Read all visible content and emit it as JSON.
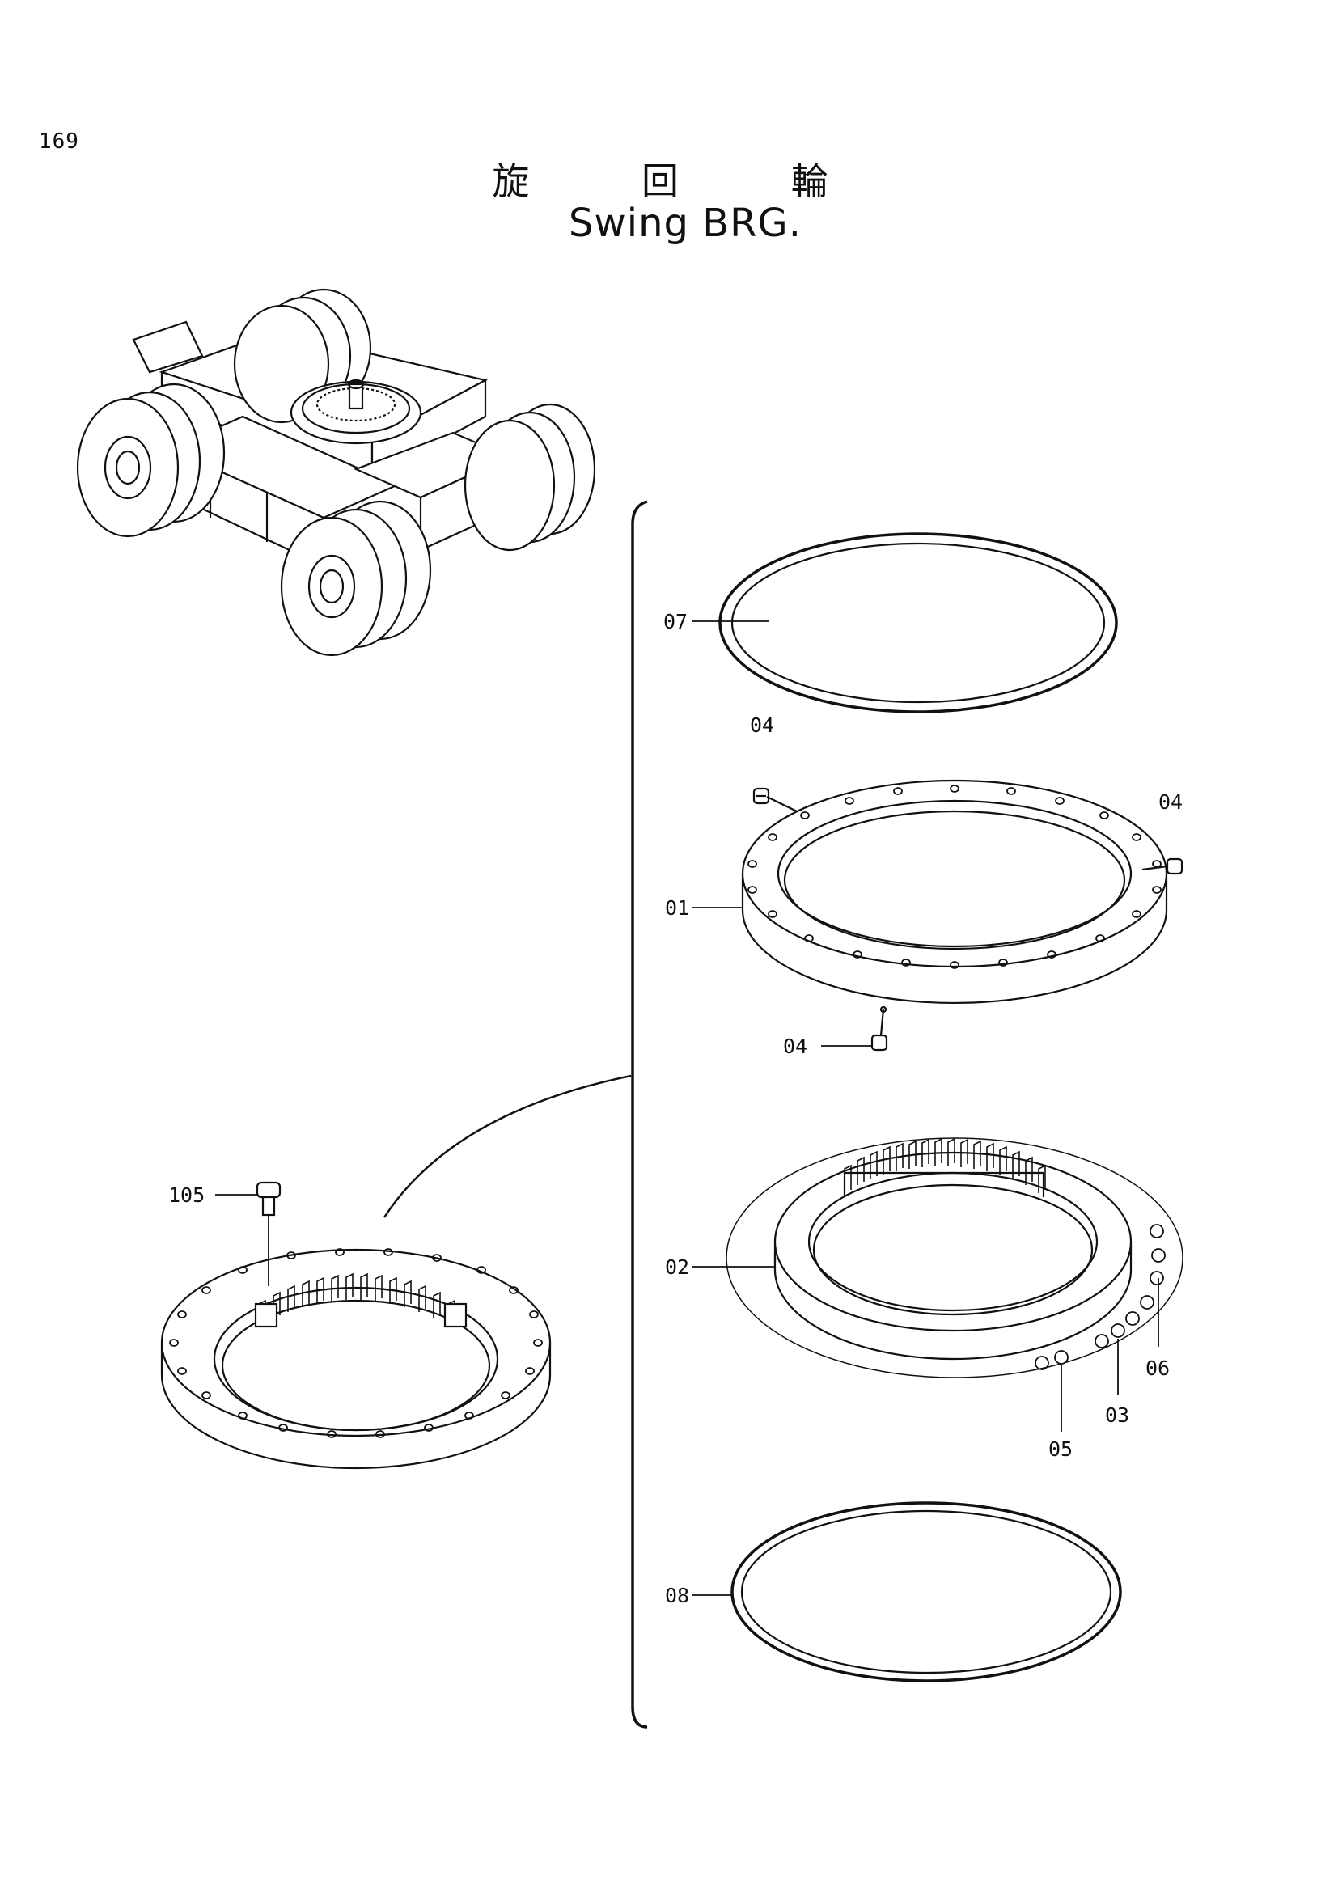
{
  "page": {
    "number": "169"
  },
  "title": {
    "japanese": "旋 回 輪",
    "english": "Swing BRG."
  },
  "callouts": {
    "c07": "07",
    "c04a": "04",
    "c04b": "04",
    "c01": "01",
    "c04c": "04",
    "c105": "105",
    "c02": "02",
    "c06": "06",
    "c03": "03",
    "c05": "05",
    "c08": "08"
  }
}
